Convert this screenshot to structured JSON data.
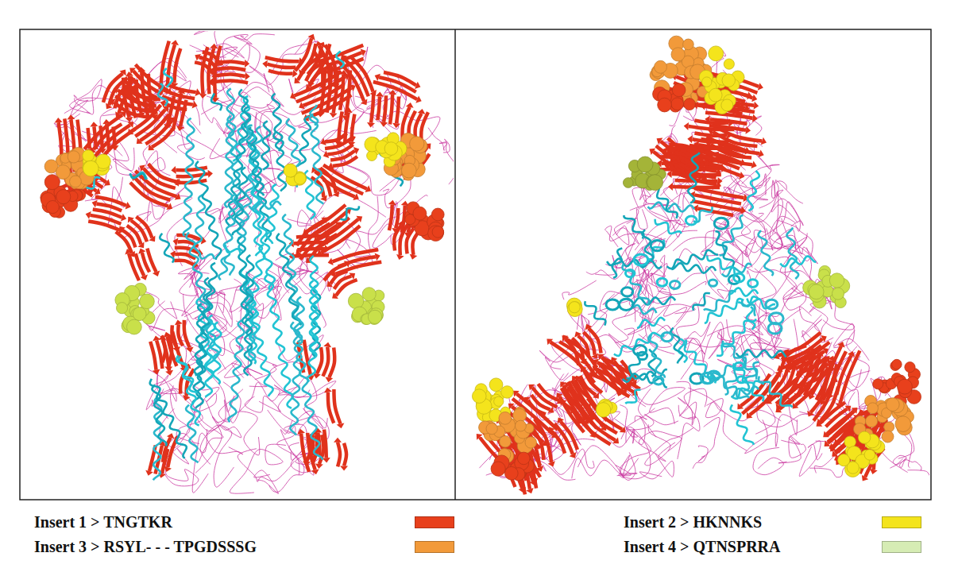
{
  "diagram": {
    "legend": [
      {
        "text": "Insert 1 > TNGTKR",
        "color": "#e8401c"
      },
      {
        "text": "Insert 2 > HKNNKS",
        "color": "#f4e41c"
      },
      {
        "text": "Insert 3 > RSYL- - - TPGDSSSG",
        "color": "#f29a3a"
      },
      {
        "text": "Insert 4 > QTNSPRRA",
        "color": "#d6ecb4"
      }
    ]
  }
}
